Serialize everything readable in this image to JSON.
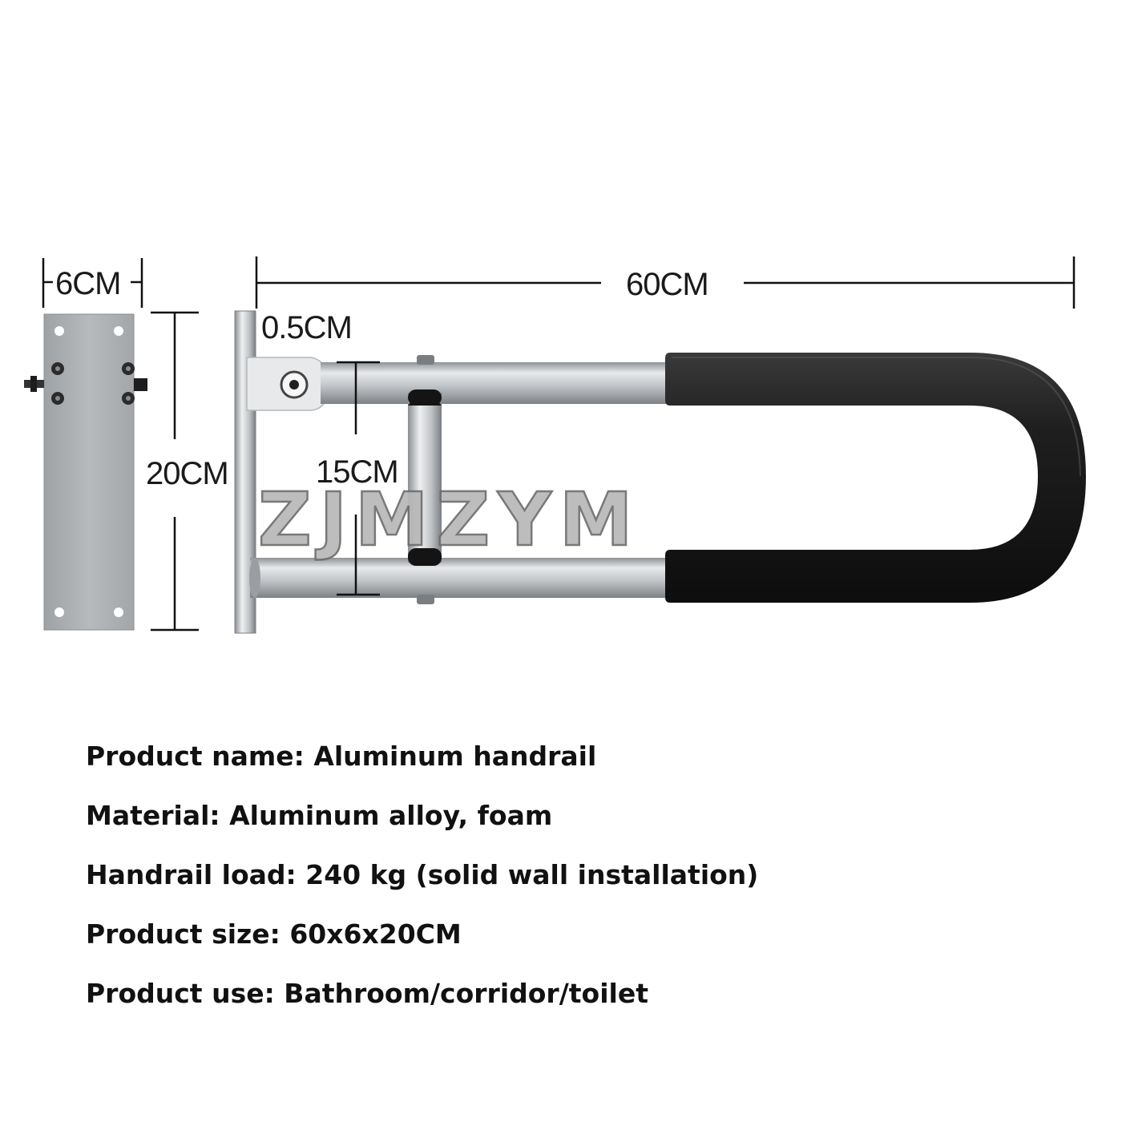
{
  "dimensions": {
    "plate_width": "6CM",
    "length": "60CM",
    "thickness": "0.5CM",
    "plate_height": "20CM",
    "rail_spacing": "15CM"
  },
  "watermark": "ZJMZYM",
  "specs": [
    {
      "label": "Product name:",
      "value": "Aluminum handrail"
    },
    {
      "label": "Material:",
      "value": "Aluminum alloy, foam"
    },
    {
      "label": "Handrail load:",
      "value": "240 kg (solid wall installation)"
    },
    {
      "label": "Product size:",
      "value": "60x6x20CM"
    },
    {
      "label": "Product use:",
      "value": "Bathroom/corridor/toilet"
    }
  ],
  "colors": {
    "foam_grip": "#1c1c1c",
    "aluminum": "#b9bcbf",
    "plate": "#a9acae",
    "dimension_line": "#111111"
  }
}
